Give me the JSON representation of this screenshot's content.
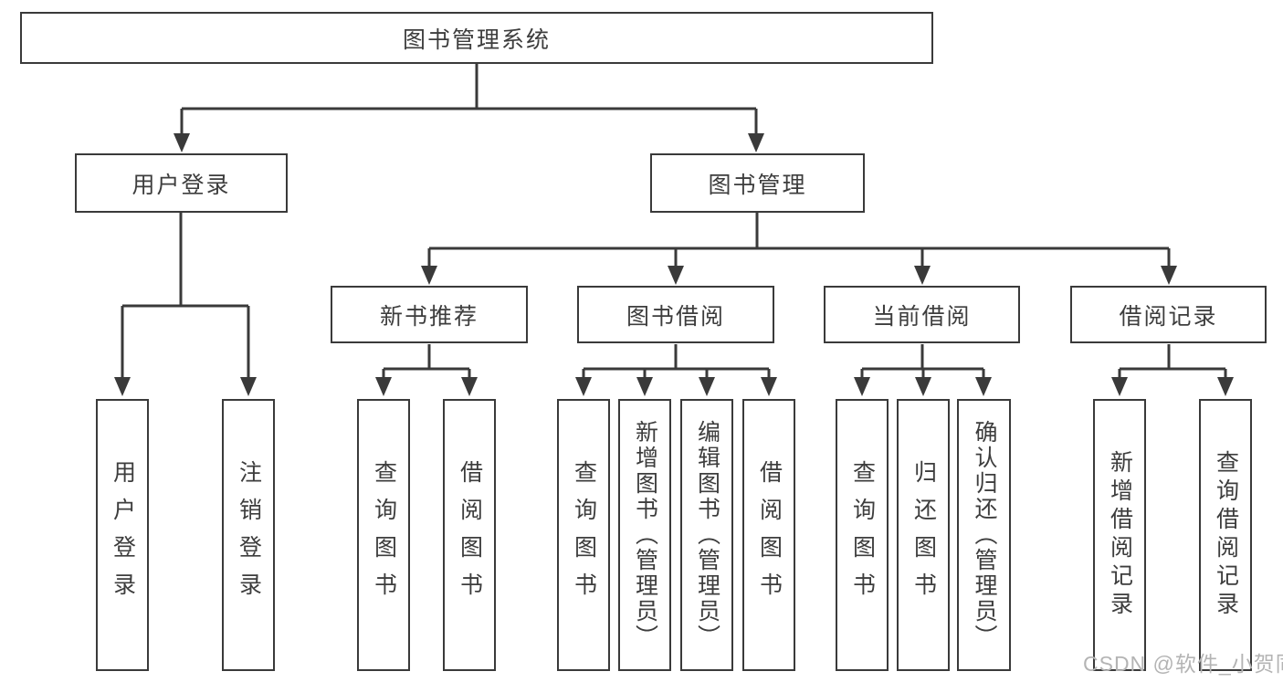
{
  "diagram": {
    "root": {
      "label": "图书管理系统"
    },
    "level1": [
      {
        "label": "用户登录"
      },
      {
        "label": "图书管理"
      }
    ],
    "level2": [
      {
        "label": "新书推荐"
      },
      {
        "label": "图书借阅"
      },
      {
        "label": "当前借阅"
      },
      {
        "label": "借阅记录"
      }
    ],
    "leaves": {
      "user_login": [
        {
          "label": "用户登录"
        },
        {
          "label": "注销登录"
        }
      ],
      "new_books": [
        {
          "label": "查询图书"
        },
        {
          "label": "借阅图书"
        }
      ],
      "book_borrow": [
        {
          "label": "查询图书"
        },
        {
          "label": "新增图书（管理员）"
        },
        {
          "label": "编辑图书（管理员）"
        },
        {
          "label": "借阅图书"
        }
      ],
      "current_borrow": [
        {
          "label": "查询图书"
        },
        {
          "label": "归还图书"
        },
        {
          "label": "确认归还（管理员）"
        }
      ],
      "borrow_records": [
        {
          "label": "新增借阅记录"
        },
        {
          "label": "查询借阅记录"
        }
      ]
    },
    "watermark": "CSDN @软件_小贺同学",
    "colors": {
      "line": "#3a3a3a",
      "text": "#3d3d3d",
      "watermark": "#b4b4b4",
      "background": "#ffffff"
    }
  }
}
